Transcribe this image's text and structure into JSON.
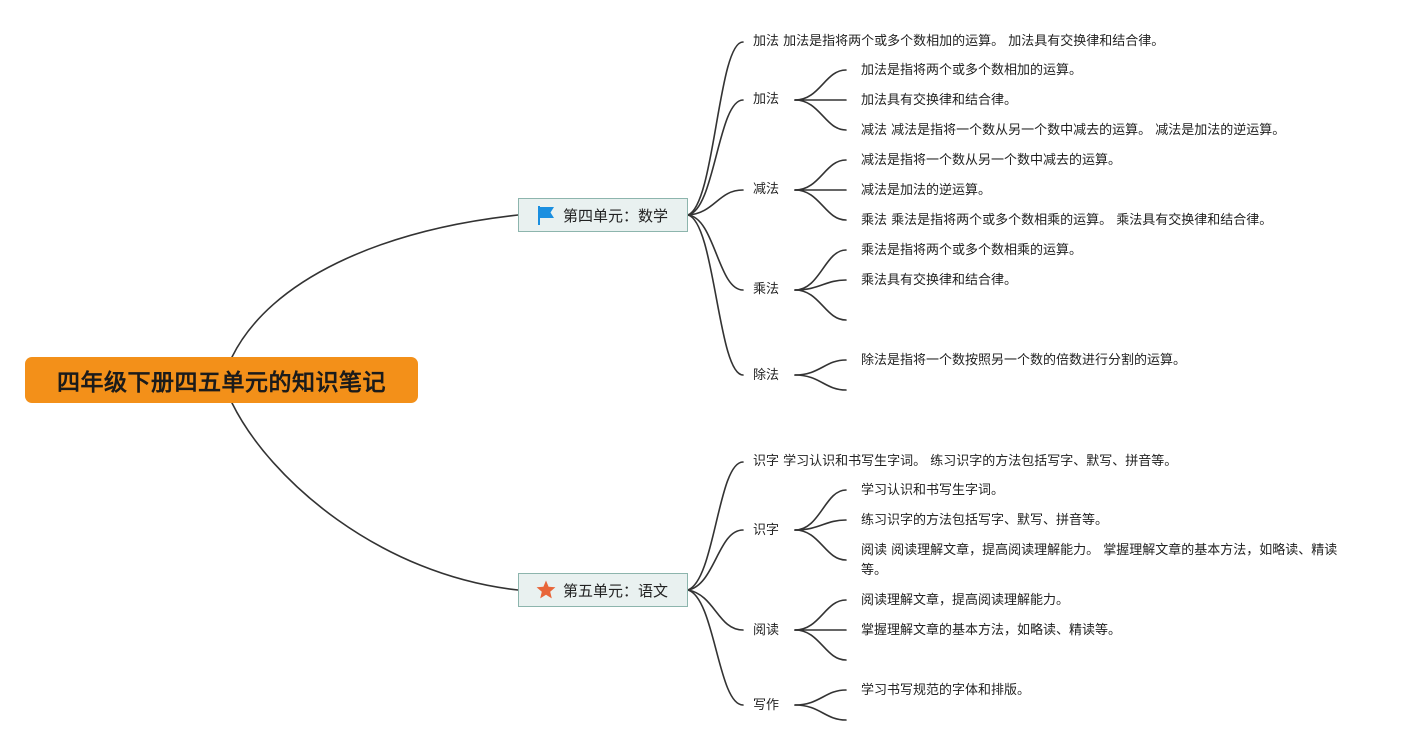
{
  "root": {
    "title": "四年级下册四五单元的知识笔记"
  },
  "units": [
    {
      "label": "第四单元：数学",
      "icon": "flag-icon",
      "icon_color": "#1a8fe0",
      "summary": "加法 加法是指将两个或多个数相加的运算。 加法具有交换律和结合律。",
      "topics": [
        {
          "label": "加法",
          "notes": [
            "加法是指将两个或多个数相加的运算。",
            "加法具有交换律和结合律。",
            "减法 减法是指将一个数从另一个数中减去的运算。 减法是加法的逆运算。"
          ]
        },
        {
          "label": "减法",
          "notes": [
            "减法是指将一个数从另一个数中减去的运算。",
            "减法是加法的逆运算。",
            "乘法 乘法是指将两个或多个数相乘的运算。 乘法具有交换律和结合律。"
          ]
        },
        {
          "label": "乘法",
          "notes": [
            "乘法是指将两个或多个数相乘的运算。",
            "乘法具有交换律和结合律。",
            ""
          ]
        },
        {
          "label": "除法",
          "notes": [
            "除法是指将一个数按照另一个数的倍数进行分割的运算。",
            ""
          ]
        }
      ]
    },
    {
      "label": "第五单元：语文",
      "icon": "star-icon",
      "icon_color": "#e8663a",
      "summary": "识字 学习认识和书写生字词。 练习识字的方法包括写字、默写、拼音等。",
      "topics": [
        {
          "label": "识字",
          "notes": [
            "学习认识和书写生字词。",
            "练习识字的方法包括写字、默写、拼音等。",
            "阅读 阅读理解文章，提高阅读理解能力。 掌握理解文章的基本方法，如略读、精读等。"
          ]
        },
        {
          "label": "阅读",
          "notes": [
            "阅读理解文章，提高阅读理解能力。",
            "掌握理解文章的基本方法，如略读、精读等。",
            ""
          ]
        },
        {
          "label": "写作",
          "notes": [
            "学习书写规范的字体和排版。",
            ""
          ]
        }
      ]
    }
  ]
}
